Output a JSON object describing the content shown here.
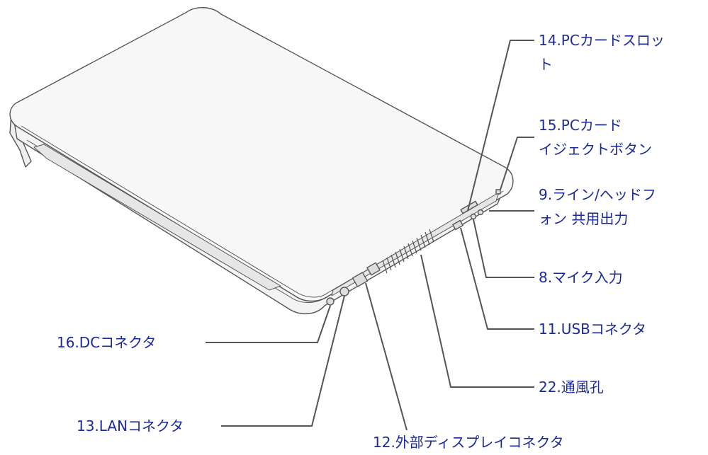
{
  "callouts": [
    {
      "id": "pc-card-slot",
      "line1": "14.PCカードスロッ",
      "line2": "ト"
    },
    {
      "id": "pc-card-eject",
      "line1": "15.PCカード",
      "line2": "イジェクトボタン"
    },
    {
      "id": "line-headphone",
      "line1": "9.ライン/ヘッドフ",
      "line2": "ォン 共用出力"
    },
    {
      "id": "mic-in",
      "line1": "8.マイク入力"
    },
    {
      "id": "usb",
      "line1": "11.USBコネクタ"
    },
    {
      "id": "vent",
      "line1": "22.通風孔"
    },
    {
      "id": "dc",
      "line1": "16.DCコネクタ"
    },
    {
      "id": "lan",
      "line1": "13.LANコネクタ"
    },
    {
      "id": "ext-display",
      "line1": "12.外部ディスプレイコネクタ"
    }
  ],
  "colors": {
    "label": "#1a2a9a",
    "outline": "#555555",
    "shade": "#e6e6e6",
    "leader": "#555555"
  }
}
